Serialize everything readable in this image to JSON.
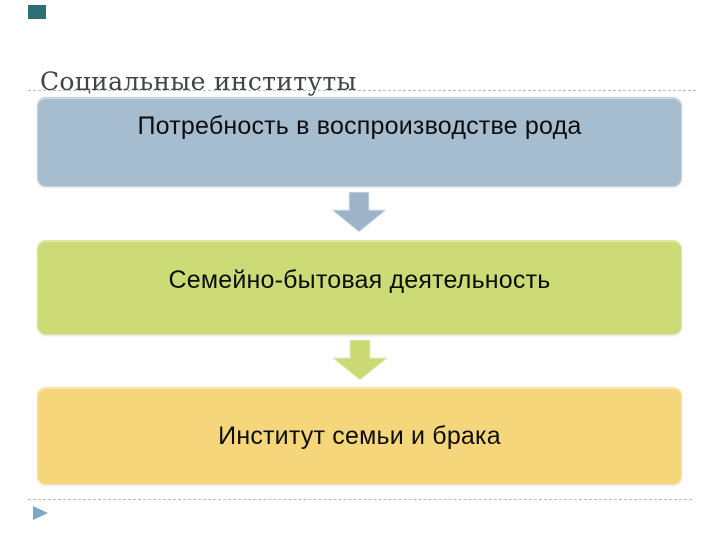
{
  "slide": {
    "title": "Социальные институты",
    "flow": {
      "steps": [
        {
          "label": "Потребность в воспроизводстве рода",
          "fill": "#a6bccf"
        },
        {
          "label": "Семейно-бытовая деятельность",
          "fill": "#ccdb76"
        },
        {
          "label": "Институт семьи и брака",
          "fill": "#f6d67b"
        }
      ],
      "arrows": [
        {
          "fill": "#9db3c8",
          "stroke": "#dde7ee"
        },
        {
          "fill": "#ccda73",
          "stroke": "#e6edc3"
        }
      ]
    },
    "decorations": {
      "corner_square_color": "#2e6f73",
      "footer_arrow_color": "#7fa6c4",
      "divider_color": "#b4bfc8"
    }
  }
}
